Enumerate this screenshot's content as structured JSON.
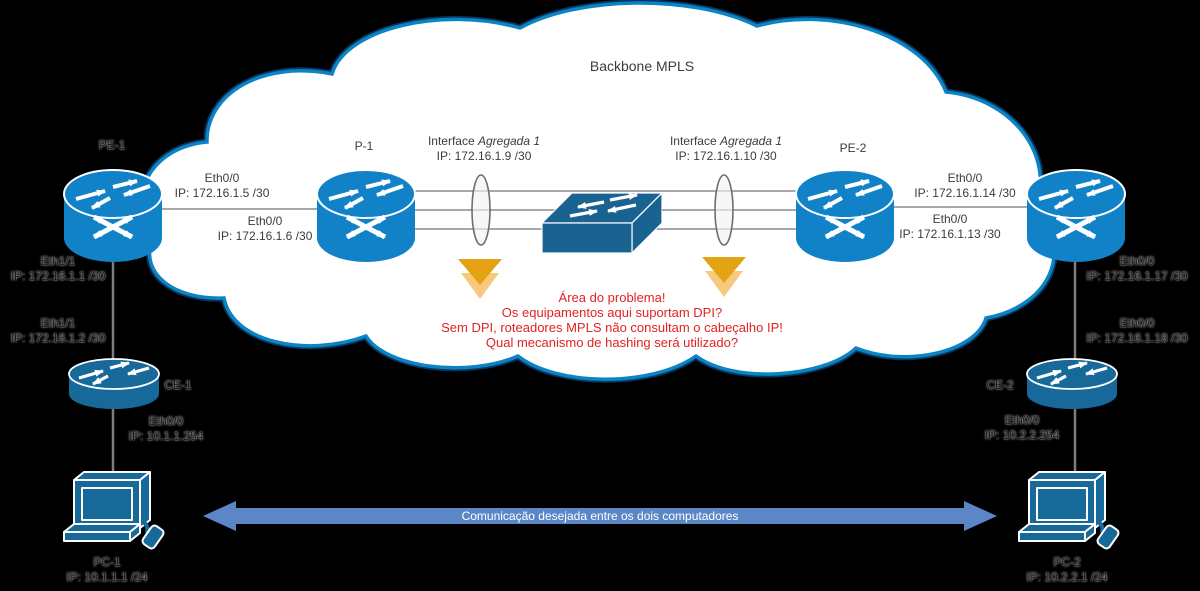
{
  "diagram_title": "Backbone MPLS",
  "colors": {
    "background": "#000000",
    "cloud_border": "#0a84c4",
    "router_blue": "#1182c8",
    "device_blue": "#17699a",
    "problem_red": "#e32222",
    "arrow_orange_dark": "#e3a312",
    "arrow_orange_light": "#f7c97e",
    "comm_arrow_blue": "#5b87c7"
  },
  "routers": {
    "pe1": {
      "label": "PE-1"
    },
    "p1": {
      "label": "P-1"
    },
    "pe2": {
      "label": "PE-2"
    },
    "ce1": {
      "label": "CE-1"
    },
    "ce2": {
      "label": "CE-2"
    }
  },
  "aggregate_interfaces": {
    "left": {
      "title_prefix": "Interface ",
      "title_italic": "Agregada 1",
      "ip": "IP: 172.16.1.9 /30"
    },
    "right": {
      "title_prefix": "Interface ",
      "title_italic": "Agregada 1",
      "ip": "IP: 172.16.1.10 /30"
    }
  },
  "interface_labels": {
    "pe1_p1_upper": {
      "name": "Eth0/0",
      "ip": "IP: 172.16.1.5 /30"
    },
    "pe1_p1_lower": {
      "name": "Eth0/0",
      "ip": "IP: 172.16.1.6 /30"
    },
    "pe2_edge_upper": {
      "name": "Eth0/0",
      "ip": "IP: 172.16.1.14 /30"
    },
    "pe2_edge_lower": {
      "name": "Eth0/0",
      "ip": "IP: 172.16.1.13 /30"
    },
    "pe1_ce1_upper": {
      "name": "Eth1/1",
      "ip": "IP: 172.16.1.1 /30"
    },
    "pe1_ce1_lower": {
      "name": "Eth1/1",
      "ip": "IP: 172.16.1.2 /30"
    },
    "edge_ce2_upper": {
      "name": "Eth0/0",
      "ip": "IP: 172.16.1.17 /30"
    },
    "edge_ce2_lower": {
      "name": "Eth0/0",
      "ip": "IP: 172.16.1.18 /30"
    },
    "ce1_lan": {
      "name": "Eth0/0",
      "ip": "IP: 10.1.1.254"
    },
    "ce2_lan": {
      "name": "Eth0/0",
      "ip": "IP: 10.2.2.254"
    }
  },
  "hosts": {
    "pc1": {
      "label": "PC-1",
      "ip": "IP: 10.1.1.1 /24"
    },
    "pc2": {
      "label": "PC-2",
      "ip": "IP: 10.2.2.1 /24"
    }
  },
  "problem_note": {
    "lines": [
      "Área do problema!",
      "Os equipamentos aqui suportam DPI?",
      "Sem DPI, roteadores MPLS não consultam o cabeçalho IP!",
      "Qual mecanismo de hashing será utilizado?"
    ]
  },
  "communication_arrow": {
    "label": "Comunicação desejada entre os dois computadores"
  }
}
